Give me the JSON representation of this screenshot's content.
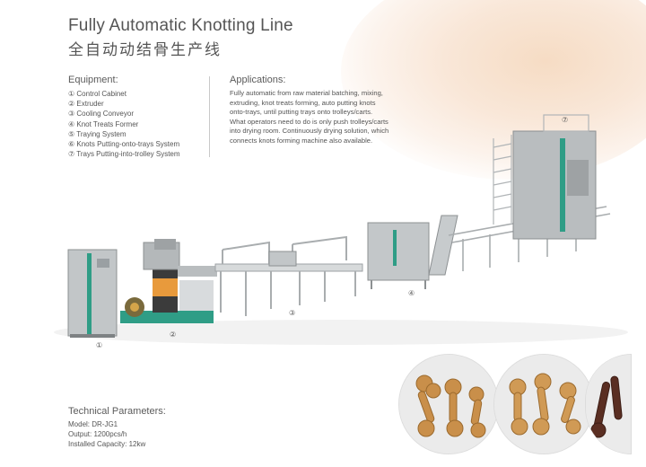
{
  "header": {
    "title_en": "Fully Automatic Knotting Line",
    "title_cn": "全自动动结骨生产线"
  },
  "equipment": {
    "heading": "Equipment:",
    "items": [
      "① Control Cabinet",
      "② Extruder",
      "③ Cooling Conveyor",
      "④ Knot Treats Former",
      "⑤ Traying System",
      "⑥ Knots Putting-onto-trays System",
      "⑦ Trays Putting-into-trolley System"
    ]
  },
  "applications": {
    "heading": "Applications:",
    "lines": [
      "Fully automatic from raw material batching, mixing,",
      "extruding, knot treats forming, auto putting knots",
      "onto-trays, until putting trays onto trolleys/carts.",
      "What operators need to do is only push trolleys/carts",
      "into drying room. Continuously drying solution, which",
      "connects knots forming machine also available."
    ]
  },
  "technical": {
    "heading": "Technical Parameters:",
    "lines": [
      "Model: DR-JG1",
      "Output: 1200pcs/h",
      "Installed Capacity: 12kw"
    ]
  },
  "callouts": {
    "c1": "①",
    "c2": "②",
    "c3": "③",
    "c4": "④",
    "c7": "⑦"
  },
  "colors": {
    "text": "#555555",
    "machine_steel": "#b9bdbf",
    "accent_teal": "#2f9d86",
    "accent_orange": "#e89a3c",
    "motor": "#7a6a3c"
  }
}
